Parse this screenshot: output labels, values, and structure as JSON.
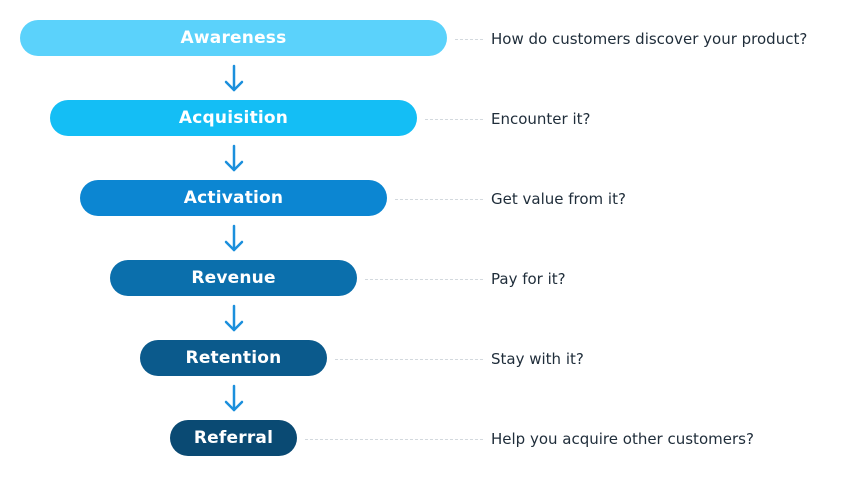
{
  "stages": [
    {
      "label": "Awareness",
      "question": "How do customers discover your product?",
      "color": "#5bd2fb"
    },
    {
      "label": "Acquisition",
      "question": "Encounter it?",
      "color": "#14bef5"
    },
    {
      "label": "Activation",
      "question": "Get value from it?",
      "color": "#0c86d2"
    },
    {
      "label": "Revenue",
      "question": "Pay for it?",
      "color": "#0b6fac"
    },
    {
      "label": "Retention",
      "question": "Stay with it?",
      "color": "#0b5a8c"
    },
    {
      "label": "Referral",
      "question": "Help you acquire other customers?",
      "color": "#0a4a73"
    }
  ],
  "arrow_color": "#1b8fdc"
}
